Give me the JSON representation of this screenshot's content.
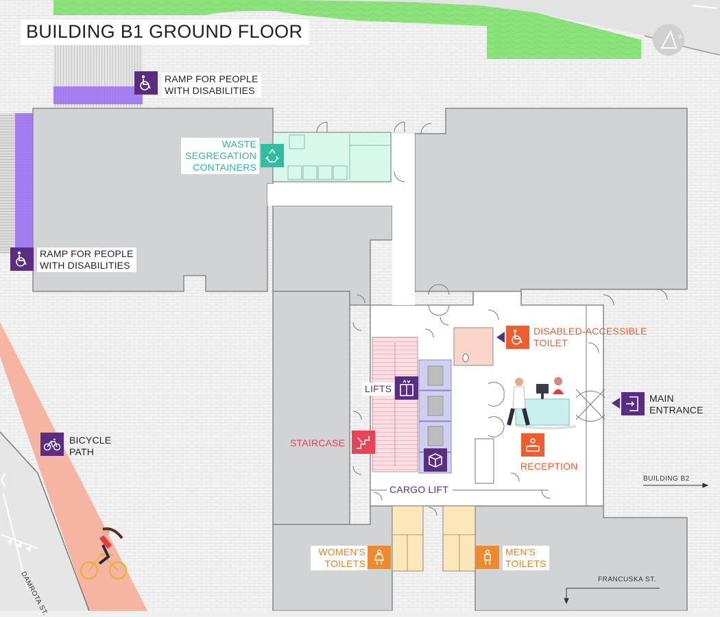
{
  "title": "BUILDING B1 GROUND FLOOR",
  "legend": {
    "ramp_top": {
      "line1": "RAMP FOR PEOPLE",
      "line2": "WITH DISABILITIES",
      "icon": "wheelchair-icon"
    },
    "ramp_left": {
      "line1": "RAMP FOR PEOPLE",
      "line2": "WITH DISABILITIES",
      "icon": "wheelchair-icon"
    },
    "waste": {
      "line1": "WASTE",
      "line2": "SEGREGATION",
      "line3": "CONTAINERS",
      "icon": "recycle-icon"
    },
    "accessible_toilet": {
      "line1": "DISABLED-ACCESSIBLE",
      "line2": "TOILET",
      "icon": "wheelchair-icon"
    },
    "main_entrance": {
      "line1": "MAIN",
      "line2": "ENTRANCE",
      "icon": "entrance-icon"
    },
    "lifts": {
      "label": "LIFTS",
      "icon": "lift-icon"
    },
    "staircase": {
      "label": "STAIRCASE",
      "icon": "stairs-icon"
    },
    "cargo_lift": {
      "label": "CARGO LIFT",
      "icon": "box-icon"
    },
    "reception": {
      "label": "RECEPTION",
      "icon": "reception-desk-icon"
    },
    "bicycle_path": {
      "line1": "BICYCLE",
      "line2": "PATH",
      "icon": "bicycle-icon"
    },
    "womens_toilets": {
      "line1": "WOMEN'S",
      "line2": "TOILETS",
      "icon": "woman-icon"
    },
    "mens_toilets": {
      "line1": "MEN'S",
      "line2": "TOILETS",
      "icon": "man-icon"
    }
  },
  "directions": {
    "building_b2": "BUILDING B2",
    "francuska": "FRANCUSKA ST.",
    "damrota": "DAMROTA ST."
  },
  "compass": {
    "label": "N",
    "icon": "north-arrow-icon"
  },
  "colors": {
    "purple": "#5a2d82",
    "teal": "#2fbfa0",
    "orange": "#ef5d2e",
    "red": "#ea4257",
    "amber": "#ee8a2e",
    "grass": "#8ce37c",
    "building": "#d2d3d5",
    "bike_path": "#f6b5a2"
  }
}
